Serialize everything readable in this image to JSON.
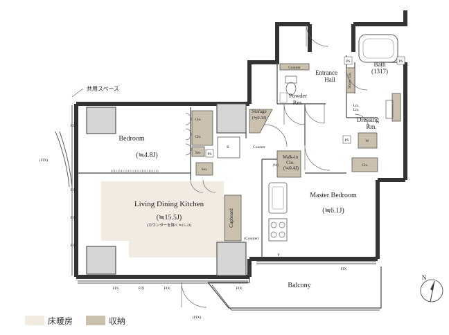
{
  "rooms": {
    "bedroom_name": "Bedroom",
    "bedroom_size": "(≒4.8J)",
    "ldk_name": "Living Dining Kitchen",
    "ldk_size": "(≒15.5J)",
    "ldk_note": "(カウンターを除く≒15.2J)",
    "master_name": "Master Bedroom",
    "master_size": "(≒6.1J)",
    "balcony": "Balcony",
    "entrance_line1": "Entrance",
    "entrance_line2": "Hall",
    "powder_line1": "Powder",
    "powder_line2": "Rm.",
    "bath_name": "Bath",
    "bath_size": "(1317)",
    "dressing_line1": "Dressing",
    "dressing_line2": "Rm.",
    "walkin_line1": "Walk-in",
    "walkin_line2": "Clo.",
    "walkin_w": "(W)",
    "walkin_size": "(≒0.4J)",
    "storage_name": "Storage",
    "storage_size": "(≒0.3J)"
  },
  "storage_labels": {
    "clo": "Clo.",
    "sto": "Sto.",
    "shoes": "Shoes Clo.",
    "counter": "Counter",
    "counter_paren": "(Counter)",
    "cupboard": "Cupboard",
    "lin": "Lin.",
    "w": "W",
    "ps": "PS",
    "r": "R",
    "p": "P"
  },
  "annotations": {
    "shared_space": "共用スペース",
    "fix": "FIX",
    "fix_paren": "(FIX)"
  },
  "legend": {
    "floor_heating": "床暖房",
    "storage": "収納"
  },
  "colors": {
    "floor_heating": "#f1ebe1",
    "storage": "#cbc0ae"
  },
  "compass": "N"
}
